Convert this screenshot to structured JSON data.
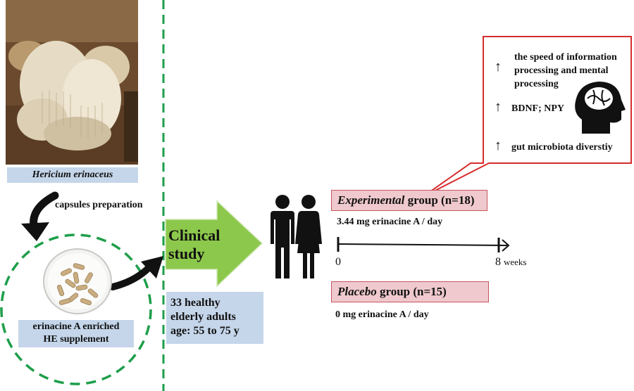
{
  "source": {
    "species_name": "Hericium erinaceus",
    "preparation_label": "capsules preparation",
    "supplement_label_line1": "erinacine A enriched",
    "supplement_label_line2": "HE supplement"
  },
  "clinical_arrow": {
    "line1": "Clinical",
    "line2": "study",
    "color": "#8cc84b"
  },
  "participants": {
    "line1": "33 healthy",
    "line2": "elderly adults",
    "line3": "age: 55 to 75 y"
  },
  "groups": {
    "experimental": {
      "name": "Experimental",
      "suffix": " group (n=18)",
      "dose": "3.44 mg erinacine A / day"
    },
    "placebo": {
      "name": "Placebo",
      "suffix": " group (n=15)",
      "dose": "0 mg erinacine A / day"
    }
  },
  "timeline": {
    "start": "0",
    "end": "8",
    "unit": "weeks"
  },
  "outcomes": {
    "arrow_symbol": "↑",
    "items": [
      {
        "line1": "the speed of information",
        "line2": "processing and mental",
        "line3": "processing"
      },
      {
        "line1": "BDNF; NPY"
      },
      {
        "line1": "gut microbiota diverstiy"
      }
    ]
  },
  "colors": {
    "dashed_green": "#1e9e4a",
    "blue_label": "#c5d6ea",
    "pink_label": "#efc9cd",
    "callout_border": "#d62d2d"
  }
}
